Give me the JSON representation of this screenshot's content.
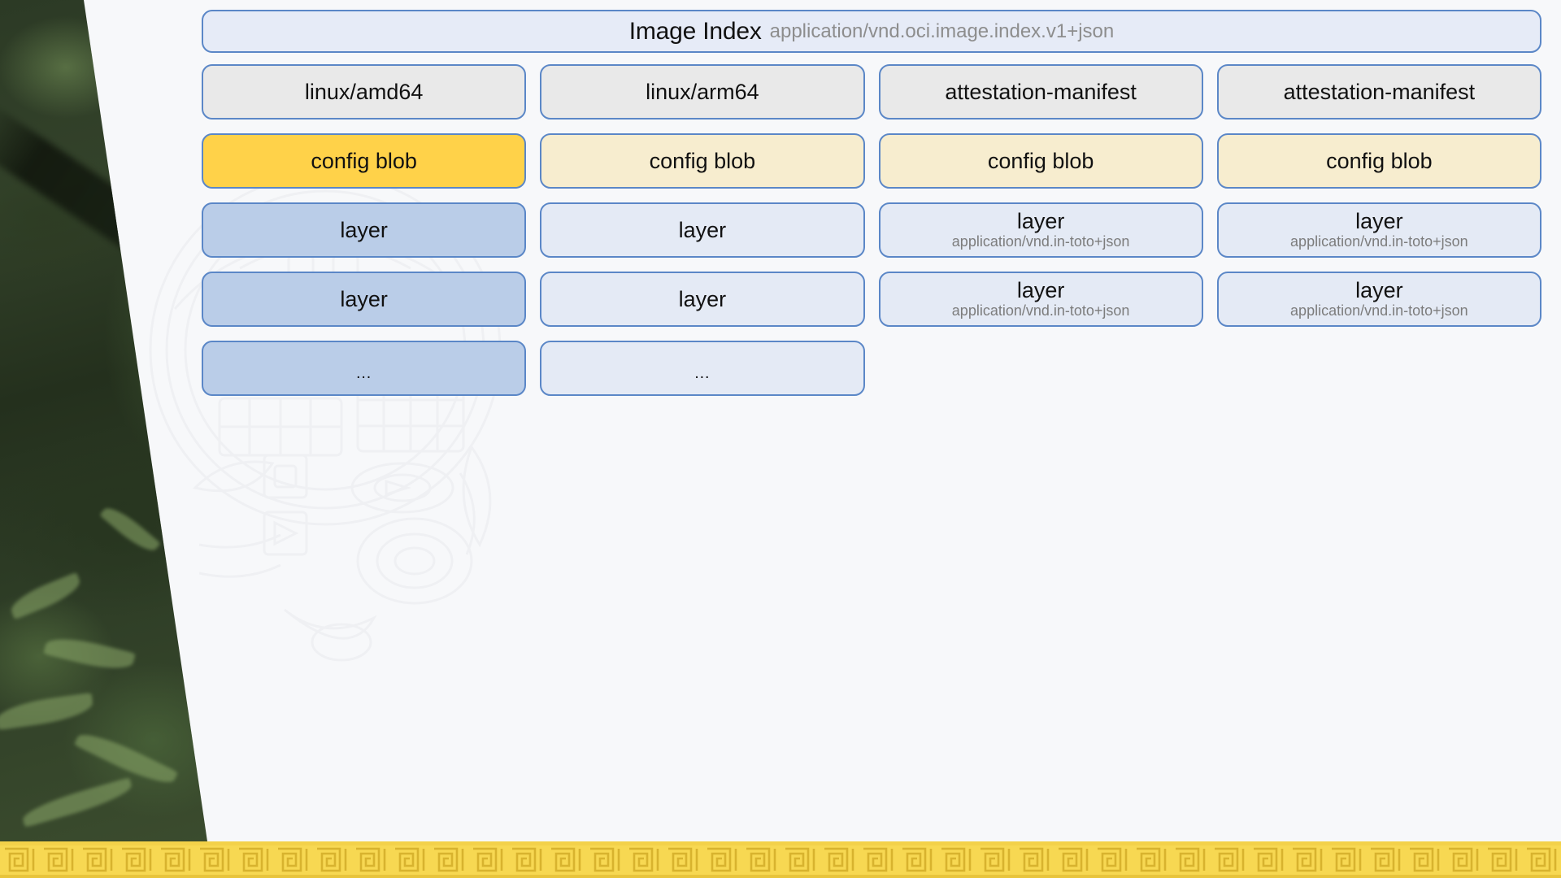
{
  "slide": {
    "background_color": "#f7f8fa",
    "accent_yellow": "#f7d852",
    "border_blue": "#5b87c7",
    "watermark_name": "mayan-mask-watermark",
    "photo_name": "jungle-forest-photo",
    "bottom_band_name": "mayan-meander-border"
  },
  "index": {
    "title": "Image Index",
    "media_type": "application/vnd.oci.image.index.v1+json",
    "fill": "#e6ebf7"
  },
  "colors": {
    "manifest": "#e9e9e9",
    "config_highlight": "#ffd249",
    "config": "#f7edcf",
    "layer_highlight": "#bacde8",
    "layer": "#e4eaf5",
    "border": "#5b87c7",
    "subtitle_text": "#7c7c7c"
  },
  "columns": [
    {
      "id": "linux-amd64",
      "nodes": [
        {
          "label": "linux/amd64",
          "sub": "",
          "kind": "manifest",
          "highlight": false
        },
        {
          "label": "config blob",
          "sub": "",
          "kind": "config",
          "highlight": true
        },
        {
          "label": "layer",
          "sub": "",
          "kind": "layer",
          "highlight": true
        },
        {
          "label": "layer",
          "sub": "",
          "kind": "layer",
          "highlight": true
        },
        {
          "label": "…",
          "sub": "",
          "kind": "layer-ellipsis",
          "highlight": true
        }
      ]
    },
    {
      "id": "linux-arm64",
      "nodes": [
        {
          "label": "linux/arm64",
          "sub": "",
          "kind": "manifest",
          "highlight": false
        },
        {
          "label": "config blob",
          "sub": "",
          "kind": "config",
          "highlight": false
        },
        {
          "label": "layer",
          "sub": "",
          "kind": "layer",
          "highlight": false
        },
        {
          "label": "layer",
          "sub": "",
          "kind": "layer",
          "highlight": false
        },
        {
          "label": "…",
          "sub": "",
          "kind": "layer-ellipsis",
          "highlight": false
        }
      ]
    },
    {
      "id": "attestation-manifest-1",
      "nodes": [
        {
          "label": "attestation-manifest",
          "sub": "",
          "kind": "manifest",
          "highlight": false
        },
        {
          "label": "config blob",
          "sub": "",
          "kind": "config",
          "highlight": false
        },
        {
          "label": "layer",
          "sub": "application/vnd.in-toto+json",
          "kind": "layer",
          "highlight": false
        },
        {
          "label": "layer",
          "sub": "application/vnd.in-toto+json",
          "kind": "layer",
          "highlight": false
        }
      ]
    },
    {
      "id": "attestation-manifest-2",
      "nodes": [
        {
          "label": "attestation-manifest",
          "sub": "",
          "kind": "manifest",
          "highlight": false
        },
        {
          "label": "config blob",
          "sub": "",
          "kind": "config",
          "highlight": false
        },
        {
          "label": "layer",
          "sub": "application/vnd.in-toto+json",
          "kind": "layer",
          "highlight": false
        },
        {
          "label": "layer",
          "sub": "application/vnd.in-toto+json",
          "kind": "layer",
          "highlight": false
        }
      ]
    }
  ]
}
